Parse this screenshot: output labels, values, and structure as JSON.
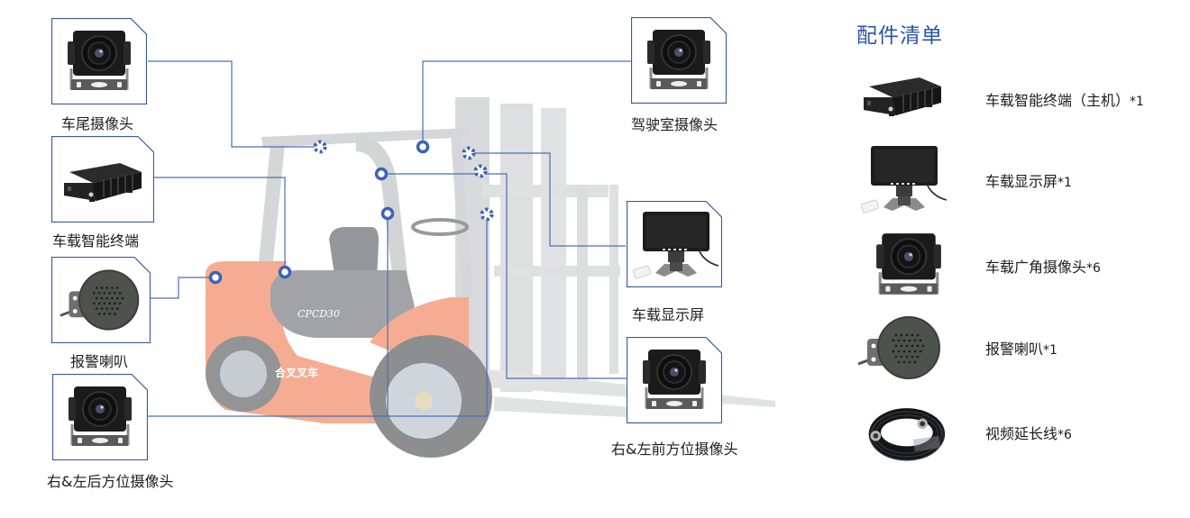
{
  "diagram": {
    "accent_color": "#3a63b8",
    "line_color": "#4a6fb5",
    "forklift": {
      "model_label": "CPCD30",
      "brand_label": "合叉叉车"
    },
    "callouts": [
      {
        "id": "rear-camera",
        "label": "车尾摄像头",
        "device": "camera"
      },
      {
        "id": "terminal",
        "label": "车载智能终端",
        "device": "terminal"
      },
      {
        "id": "speaker",
        "label": "报警喇叭",
        "device": "speaker"
      },
      {
        "id": "rear-side-camera",
        "label": "右&左后方位摄像头",
        "device": "camera"
      },
      {
        "id": "cab-camera",
        "label": "驾驶室摄像头",
        "device": "camera"
      },
      {
        "id": "display",
        "label": "车载显示屏",
        "device": "monitor"
      },
      {
        "id": "front-side-camera",
        "label": "右&左前方位摄像头",
        "device": "camera"
      }
    ]
  },
  "accessories": {
    "title": "配件清单",
    "items": [
      {
        "name": "车载智能终端（主机）",
        "qty": "*1",
        "device": "terminal"
      },
      {
        "name": "车载显示屏",
        "qty": "*1",
        "device": "monitor"
      },
      {
        "name": "车载广角摄像头",
        "qty": "*6",
        "device": "camera"
      },
      {
        "name": "报警喇叭",
        "qty": "*1",
        "device": "speaker"
      },
      {
        "name": "视频延长线",
        "qty": "*6",
        "device": "cable"
      }
    ]
  }
}
